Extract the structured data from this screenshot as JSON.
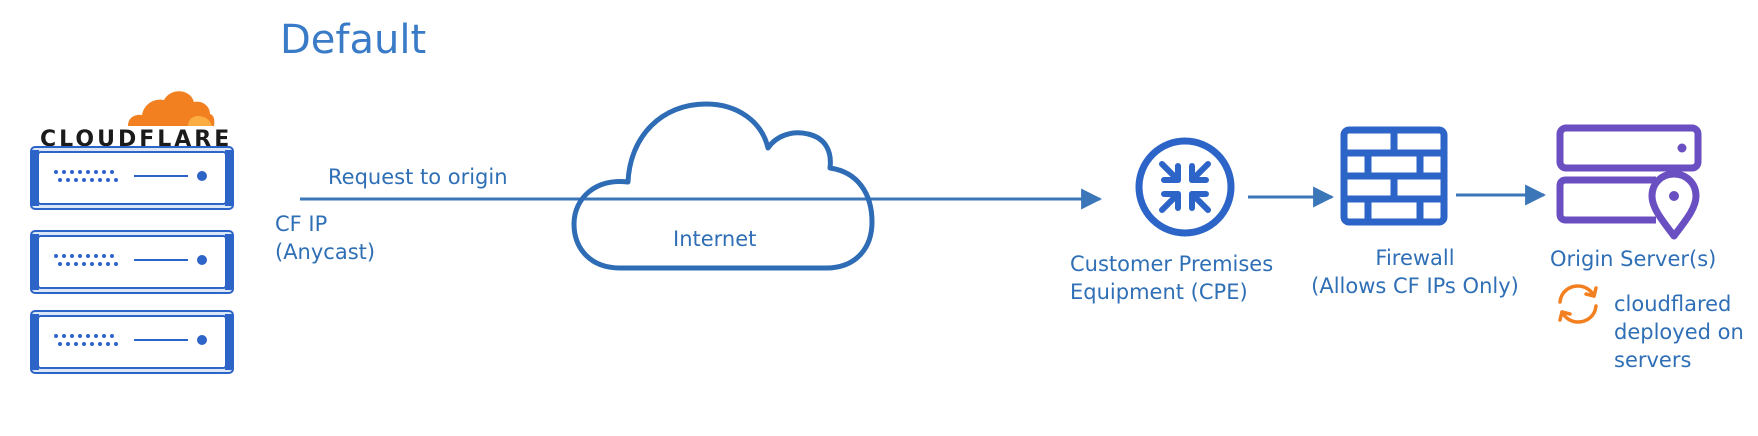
{
  "diagram": {
    "title": "Default",
    "brand_logo_text": "CLOUDFLARE",
    "request_label": "Request to origin",
    "cf_ip_line1": "CF IP",
    "cf_ip_line2": "(Anycast)",
    "internet_label": "Internet",
    "cpe_line1": "Customer Premises",
    "cpe_line2": "Equipment (CPE)",
    "firewall_line1": "Firewall",
    "firewall_line2": "(Allows CF IPs Only)",
    "origin_label": "Origin Server(s)",
    "cloudflared_line1": "cloudflared",
    "cloudflared_line2": "deployed on",
    "cloudflared_line3": "servers"
  },
  "icons": {
    "brand_cloud": "cloudflare-cloud-icon",
    "server": "server-rack-icon",
    "internet": "internet-cloud-icon",
    "cpe": "router-icon",
    "firewall": "firewall-icon",
    "origin": "origin-server-location-icon",
    "sync": "sync-icon"
  },
  "colors": {
    "primary_blue": "#2d64c8",
    "line_blue": "#3a76b8",
    "cloudflare_orange": "#f38020",
    "origin_purple": "#6a4fc2",
    "label_blue": "#2f6fb6"
  }
}
